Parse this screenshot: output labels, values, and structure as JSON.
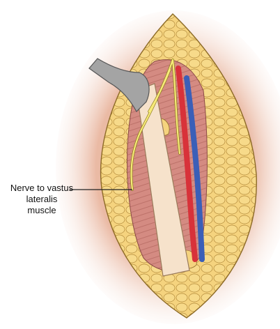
{
  "annotation": {
    "lines": [
      "Nerve to vastus",
      "lateralis",
      "muscle"
    ]
  },
  "colors": {
    "skin_halo": "#e8b29a",
    "fat": "#f5d37e",
    "fat_outline": "#8c6a26",
    "muscle": "#d48b82",
    "muscle_fiber": "#b66a63",
    "bone": "#f6e2cb",
    "nerve": "#f7ea7a",
    "artery": "#d8323a",
    "vein": "#3b5fb8",
    "retractor": "#a4a4a4",
    "leader_line": "#222222"
  }
}
